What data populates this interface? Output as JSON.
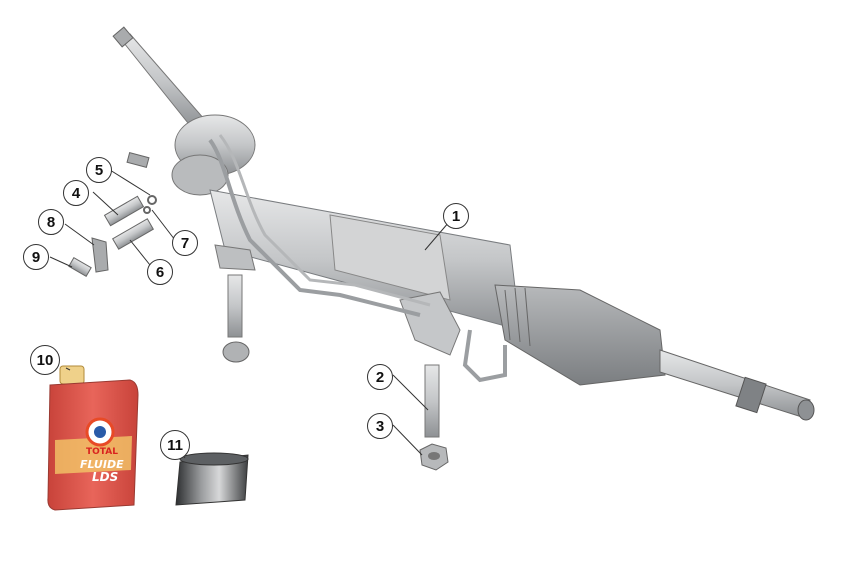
{
  "callouts": [
    {
      "id": "1",
      "label": "1"
    },
    {
      "id": "2",
      "label": "2"
    },
    {
      "id": "3",
      "label": "3"
    },
    {
      "id": "4",
      "label": "4"
    },
    {
      "id": "5",
      "label": "5"
    },
    {
      "id": "6",
      "label": "6"
    },
    {
      "id": "7",
      "label": "7"
    },
    {
      "id": "8",
      "label": "8"
    },
    {
      "id": "9",
      "label": "9"
    },
    {
      "id": "10",
      "label": "10"
    },
    {
      "id": "11",
      "label": "11"
    }
  ],
  "bottle": {
    "brand": "TOTAL",
    "product_line1": "FLUIDE",
    "product_line2": "LDS"
  },
  "colors": {
    "part_metal": "#c9cbcd",
    "part_dark": "#8d9094",
    "bottle_body": "#e2574c",
    "bottle_band": "#f2c14e",
    "callout_border": "#333333"
  }
}
